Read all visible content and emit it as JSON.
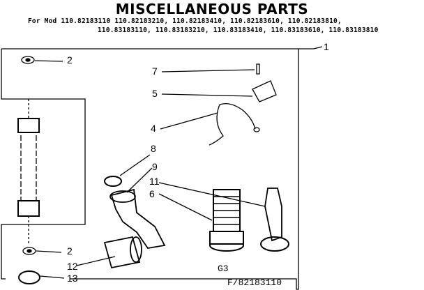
{
  "title": "MISCELLANEOUS PARTS",
  "models_line1_prefix": "For Mod",
  "models_line1": "110.82183110  110.82183210, 110.82183410, 110.82183610, 110.82183810,",
  "models_line2": "110.83183110, 110.83183210, 110.83183410, 110.83183610, 110.83183810",
  "callouts": [
    "1",
    "2",
    "7",
    "5",
    "4",
    "8",
    "9",
    "11",
    "6",
    "2",
    "12",
    "13"
  ],
  "part_number": "G3",
  "figure_id": "F/82183110"
}
